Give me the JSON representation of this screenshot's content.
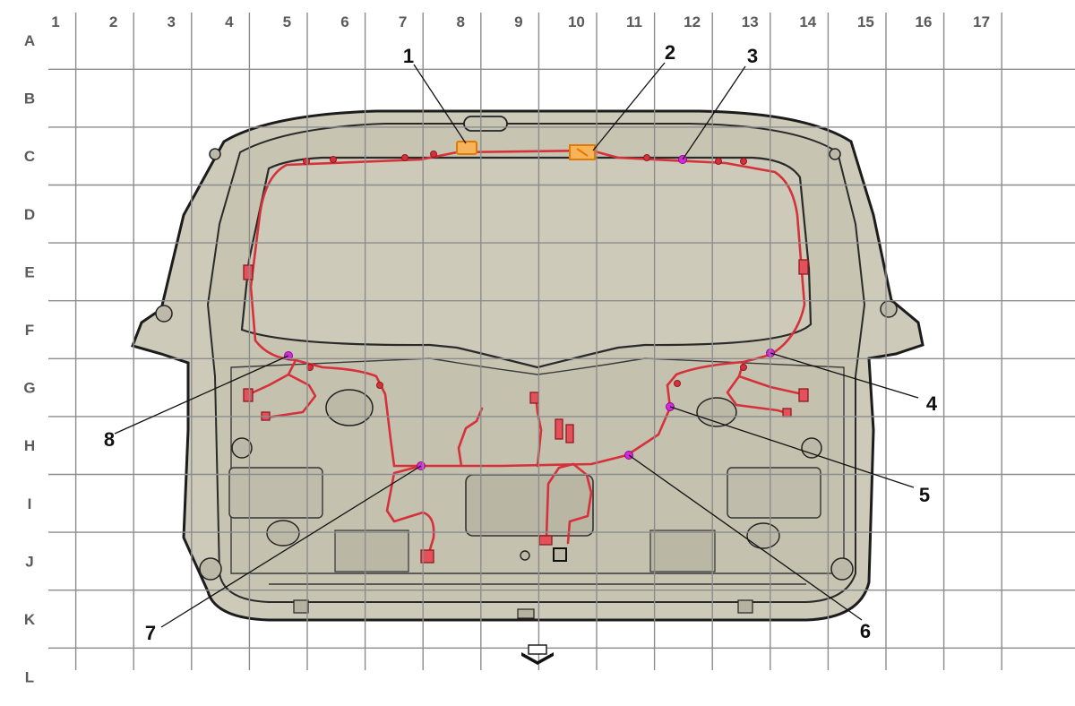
{
  "grid": {
    "columns": [
      "1",
      "2",
      "3",
      "4",
      "5",
      "6",
      "7",
      "8",
      "9",
      "10",
      "11",
      "12",
      "13",
      "14",
      "15",
      "16",
      "17"
    ],
    "rows": [
      "A",
      "B",
      "C",
      "D",
      "E",
      "F",
      "G",
      "H",
      "I",
      "J",
      "K",
      "L"
    ]
  },
  "callouts": [
    "1",
    "2",
    "3",
    "4",
    "5",
    "6",
    "7",
    "8"
  ],
  "colors": {
    "body_fill": "#cdcab9",
    "body_stroke": "#1c1c1c",
    "harness": "#d6313b",
    "component_orange": "#f39a1d",
    "connector_magenta": "#d52ad9",
    "grid_line": "#8c8c8c",
    "label_text": "#5a5a5a"
  },
  "icons": {
    "direction_marker": "forward-arrow-icon"
  }
}
